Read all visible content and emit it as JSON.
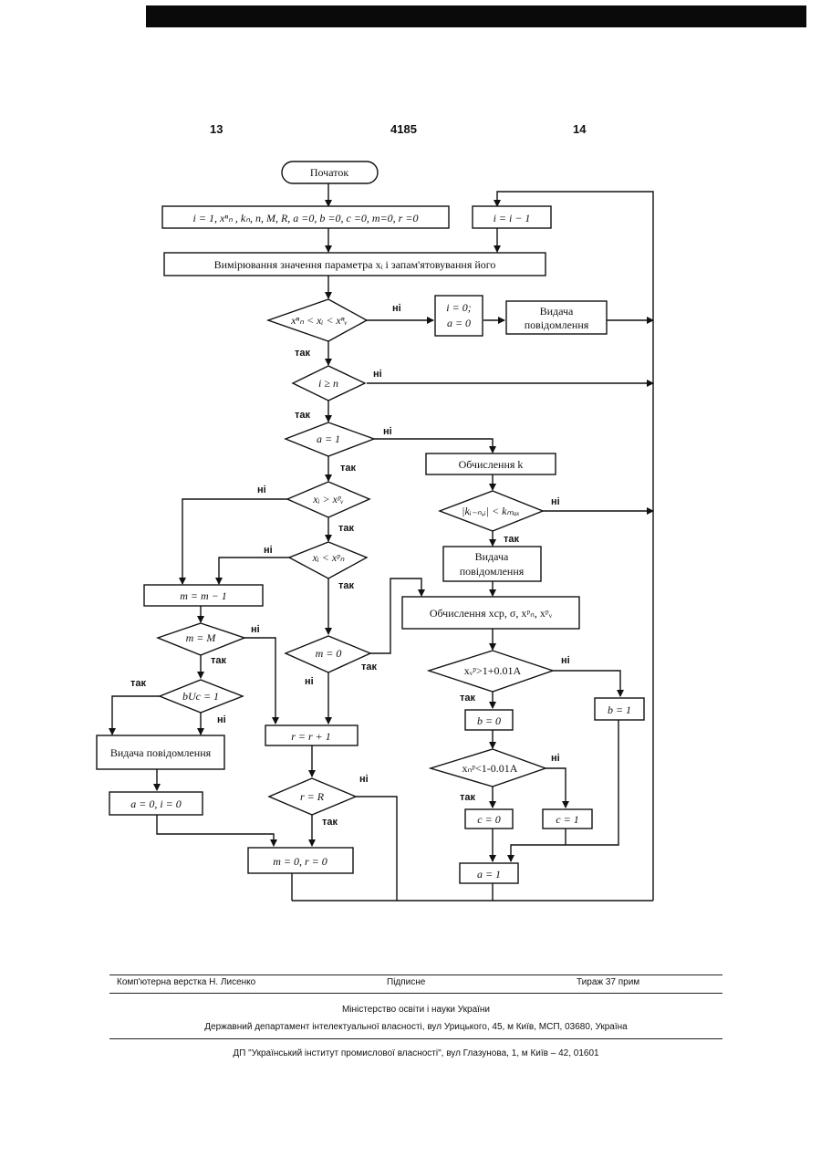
{
  "header": {
    "page_left": "13",
    "patent_number": "4185",
    "page_right": "14"
  },
  "flowchart": {
    "start": "Початок",
    "init": "i = 1, xⁿₙ , kₙ, n, M, R, a =0, b =0, c =0, m=0, r =0",
    "increment_i": "i = i − 1",
    "measure": "Вимірювання значення параметра xᵢ і запам'ятовування його",
    "cond_range": "xⁿₙ < xᵢ < xⁿᵥ",
    "reset_i": "i = 0;",
    "reset_a": "a = 0",
    "msg1_line1": "Видача",
    "msg1_line2": "повідомлення",
    "cond_i_ge_n": "i ≥ n",
    "cond_a_eq_1": "a = 1",
    "calc_k": "Обчислення k",
    "cond_k": "|kᵢ₋ₙ,ᵢ| < kₘₐₓ",
    "msg2_line1": "Видача",
    "msg2_line2": "повідомлення",
    "calc_stats": "Обчислення xср, σ, xᵖₙ, xᵖᵥ",
    "cond_x_gt": "xᵢ > xᵖᵥ",
    "cond_x_lt": "xᵢ < xᵖₙ",
    "m_dec": "m = m − 1",
    "cond_m_eq_M": "m = M",
    "cond_buc": "bUc = 1",
    "msg3": "Видача повідомлення",
    "reset_ai": "a = 0, i = 0",
    "cond_m0": "m = 0",
    "r_inc": "r = r + 1",
    "cond_r_eq_R": "r = R",
    "reset_mr": "m = 0, r = 0",
    "cond_xv": "xᵥᵖ>1+0.01A",
    "set_b0": "b = 0",
    "set_b1": "b = 1",
    "cond_xn": "xₙᵖ<1-0.01A",
    "set_c0": "c = 0",
    "set_c1": "c = 1",
    "set_a1": "a = 1",
    "yes": "так",
    "no": "ні"
  },
  "footer": {
    "layout_credit": "Комп'ютерна верстка Н. Лисенко",
    "subscription": "Підписне",
    "circulation": "Тираж 37 прим",
    "ministry": "Міністерство освіти і науки України",
    "department": "Державний департамент інтелектуальної власності, вул  Урицького, 45, м  Київ, МСП, 03680, Україна",
    "institute": "ДП \"Український інститут промислової власності\", вул  Глазунова, 1, м  Київ – 42, 01601"
  }
}
